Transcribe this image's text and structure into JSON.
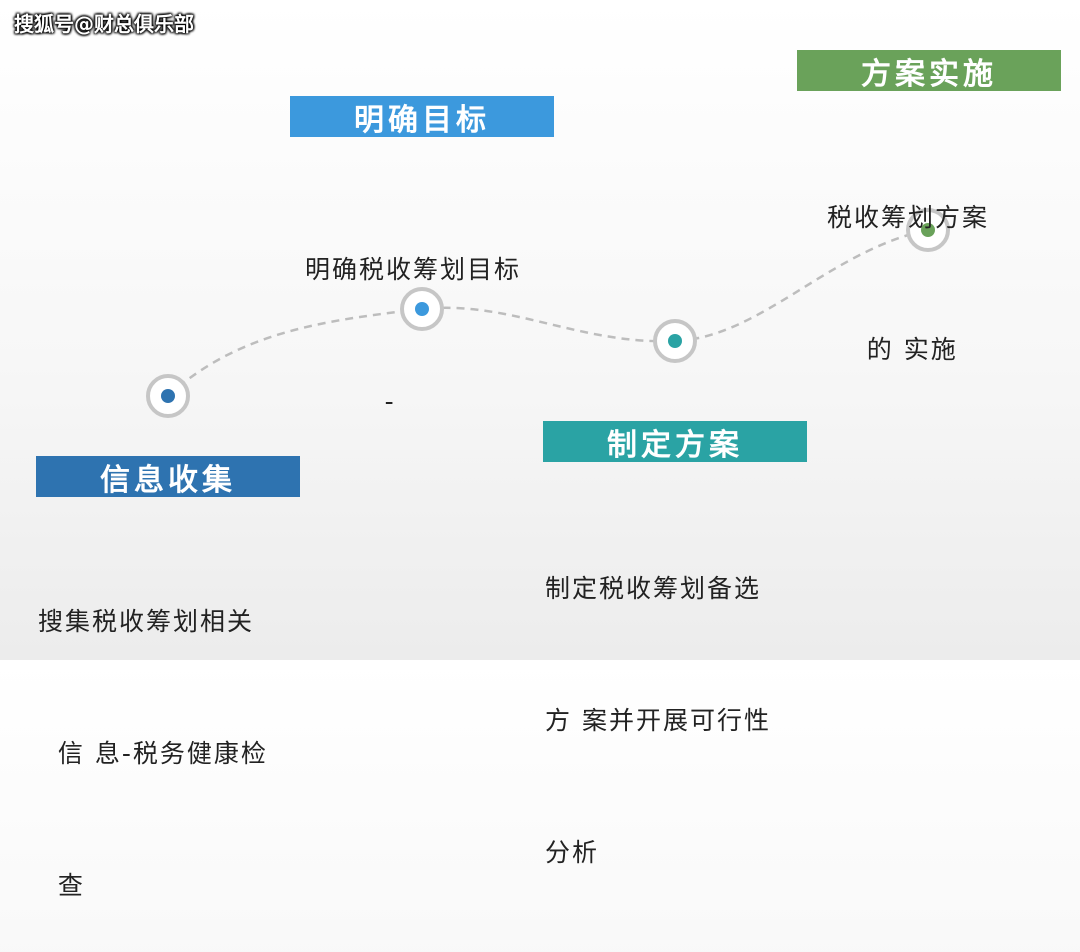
{
  "watermark": "搜狐号@财总俱乐部",
  "steps": [
    {
      "title": "信息收集",
      "lines": [
        "搜集税收筹划相关",
        "  信 息-税务健康检",
        "  查"
      ],
      "color": "#2e73b0"
    },
    {
      "title": "明确目标",
      "lines": [
        "明确税收筹划目标",
        "        -"
      ],
      "color": "#3c99dd"
    },
    {
      "title": "制定方案",
      "lines": [
        "制定税收筹划备选",
        "方 案并开展可行性",
        "分析"
      ],
      "color": "#2aa3a4"
    },
    {
      "title": "方案实施",
      "lines": [
        "税收筹划方案",
        "    的 实施"
      ],
      "color": "#6aa25a"
    }
  ]
}
